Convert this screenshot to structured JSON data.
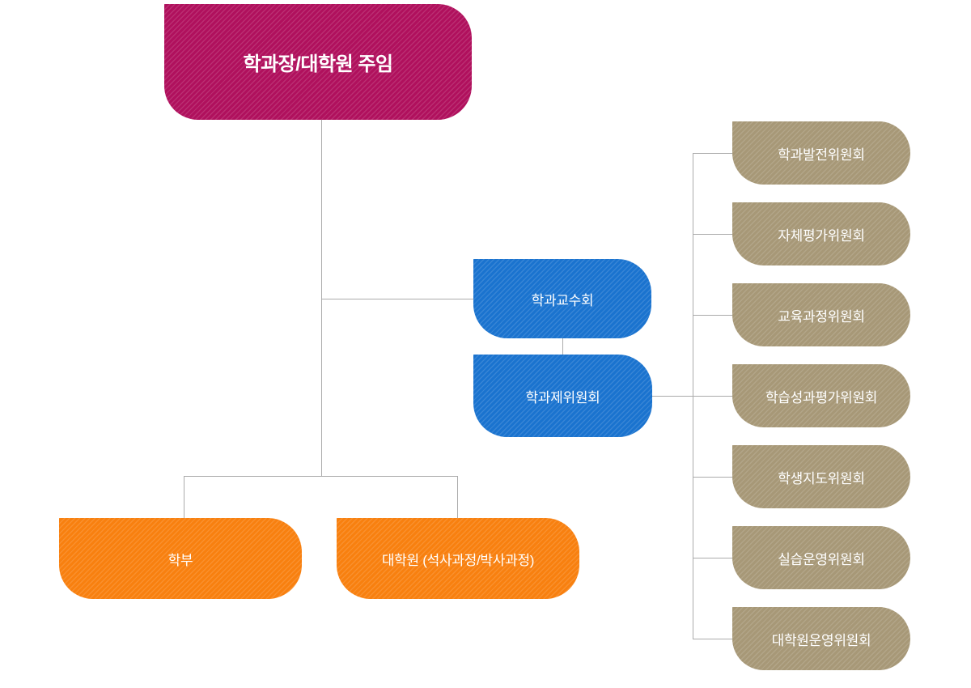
{
  "colors": {
    "root": "#b0105d",
    "council": "#1a73cf",
    "program": "#f8800f",
    "committee": "#a79877",
    "line": "#ababab"
  },
  "root": {
    "label": "학과장/대학원 주임"
  },
  "councils": [
    {
      "label": "학과교수회"
    },
    {
      "label": "학과제위원회"
    }
  ],
  "programs": [
    {
      "label": "학부"
    },
    {
      "label": "대학원 (석사과정/박사과정)"
    }
  ],
  "committees": [
    {
      "label": "학과발전위원회"
    },
    {
      "label": "자체평가위원회"
    },
    {
      "label": "교육과정위원회"
    },
    {
      "label": "학습성과평가위원회"
    },
    {
      "label": "학생지도위원회"
    },
    {
      "label": "실습운영위원회"
    },
    {
      "label": "대학원운영위원회"
    }
  ]
}
